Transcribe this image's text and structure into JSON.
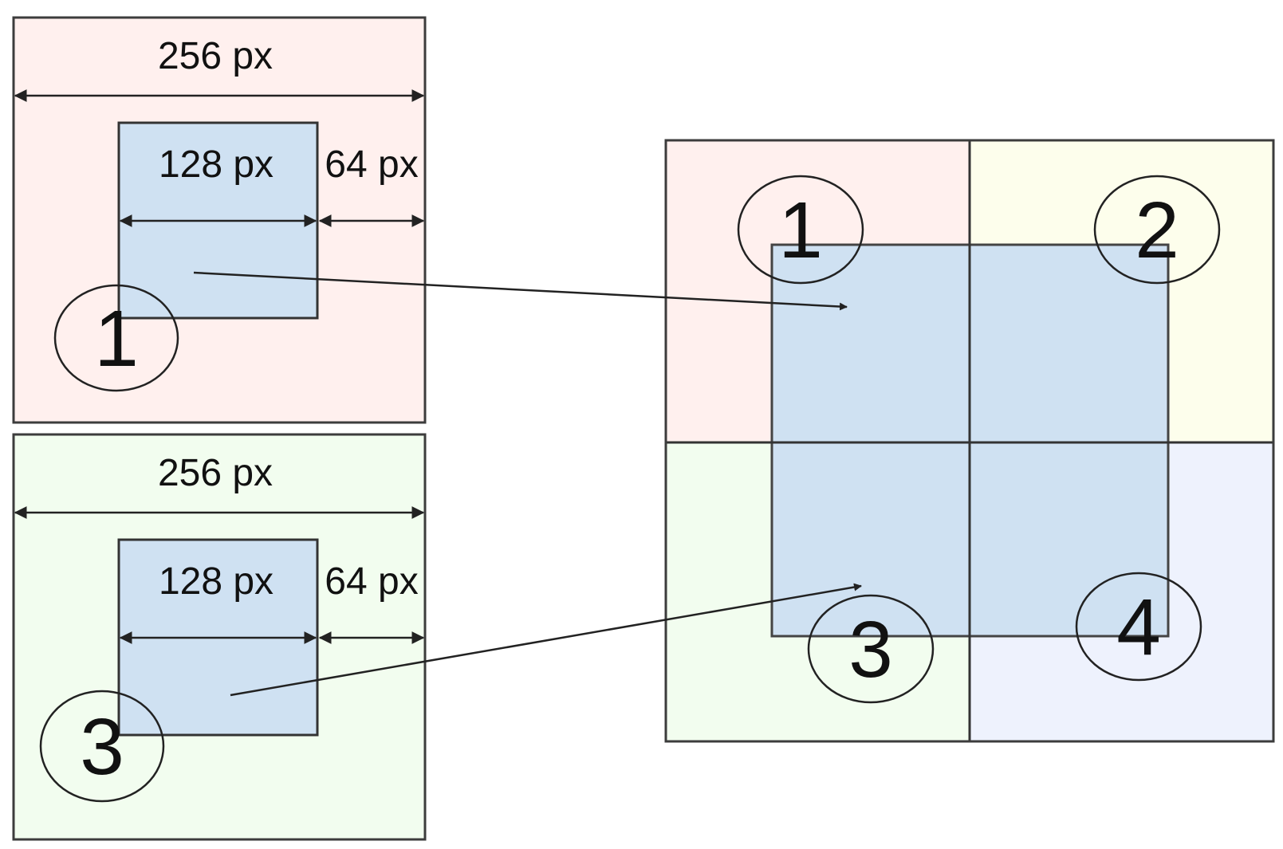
{
  "colors": {
    "tile_1": "#fff0ee",
    "tile_2": "#fdfeec",
    "tile_3": "#f2fdef",
    "tile_4": "#eef2fd",
    "center_patch": "#cfe1f2",
    "stroke": "#333333"
  },
  "left_panels": [
    {
      "id": "1",
      "outer_width_label": "256 px",
      "inner_width_label": "128 px",
      "margin_label": "64 px",
      "tile_number": "1"
    },
    {
      "id": "3",
      "outer_width_label": "256 px",
      "inner_width_label": "128 px",
      "margin_label": "64 px",
      "tile_number": "3"
    }
  ],
  "mosaic": {
    "tile_numbers": [
      "1",
      "2",
      "3",
      "4"
    ]
  }
}
